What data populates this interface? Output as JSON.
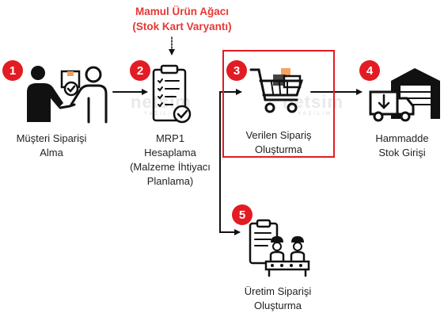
{
  "header": {
    "line1": "Mamul Ürün Ağacı",
    "line2": "(Stok Kart Varyantı)"
  },
  "steps": [
    {
      "number": "1",
      "lines": [
        "Müşteri Siparişi",
        "Alma"
      ],
      "icon": "customer-order-handshake-icon"
    },
    {
      "number": "2",
      "lines": [
        "MRP1",
        "Hesaplama",
        "(Malzeme İhtiyacı",
        "Planlama)"
      ],
      "icon": "clipboard-checklist-icon"
    },
    {
      "number": "3",
      "lines": [
        "Verilen Sipariş",
        "Oluşturma"
      ],
      "icon": "shopping-cart-icon"
    },
    {
      "number": "4",
      "lines": [
        "Hammadde",
        "Stok Girişi"
      ],
      "icon": "warehouse-truck-icon"
    },
    {
      "number": "5",
      "lines": [
        "Üretim Siparişi",
        "Oluşturma"
      ],
      "icon": "production-workers-icon"
    }
  ],
  "watermark": {
    "text": "netsim",
    "sub": "YAZILIM"
  },
  "colors": {
    "accent": "#e31b23",
    "header": "#e53935",
    "ink": "#111111"
  }
}
